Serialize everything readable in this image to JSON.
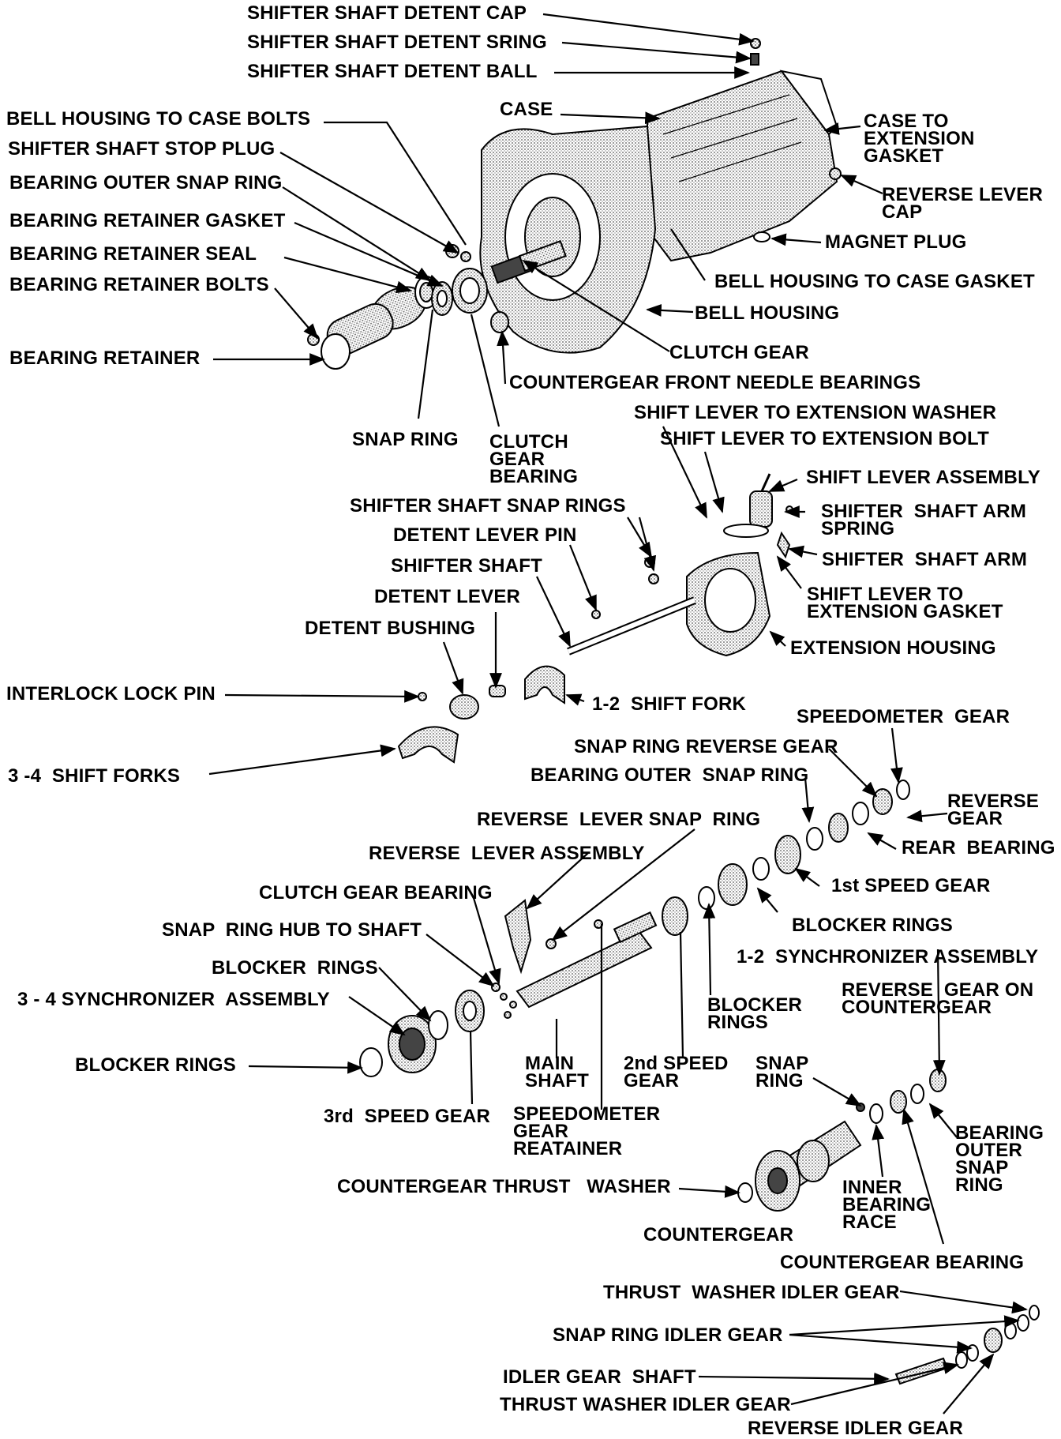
{
  "labels": {
    "shifter_shaft_detent_cap": "SHIFTER SHAFT DETENT CAP",
    "shifter_shaft_detent_spring": "SHIFTER SHAFT DETENT SRING",
    "shifter_shaft_detent_ball": "SHIFTER SHAFT DETENT BALL",
    "bell_housing_to_case_bolts": "BELL HOUSING TO CASE BOLTS",
    "case": "CASE",
    "case_to_extension_gasket": "CASE TO\nEXTENSION\nGASKET",
    "shifter_shaft_stop_plug": "SHIFTER SHAFT STOP PLUG",
    "bearing_outer_snap_ring_top": "BEARING OUTER SNAP RING",
    "reverse_lever_cap": "REVERSE LEVER\nCAP",
    "bearing_retainer_gasket": "BEARING RETAINER GASKET",
    "magnet_plug": "MAGNET PLUG",
    "bearing_retainer_seal": "BEARING RETAINER SEAL",
    "bell_housing_to_case_gasket": "BELL HOUSING TO CASE GASKET",
    "bearing_retainer_bolts": "BEARING RETAINER BOLTS",
    "bell_housing": "BELL HOUSING",
    "bearing_retainer": "BEARING RETAINER",
    "clutch_gear": "CLUTCH GEAR",
    "countergear_front_needle_bearings": "COUNTERGEAR FRONT NEEDLE BEARINGS",
    "shift_lever_to_extension_washer": "SHIFT LEVER TO EXTENSION WASHER",
    "snap_ring_top": "SNAP RING",
    "clutch_gear_bearing_top": "CLUTCH\nGEAR\nBEARING",
    "shift_lever_to_extension_bolt": "SHIFT LEVER TO EXTENSION BOLT",
    "shift_lever_assembly": "SHIFT LEVER ASSEMBLY",
    "shifter_shaft_snap_rings": "SHIFTER SHAFT SNAP RINGS",
    "shifter_shaft_arm_spring": "SHIFTER  SHAFT ARM\nSPRING",
    "detent_lever_pin": "DETENT LEVER PIN",
    "shifter_shaft_arm": "SHIFTER  SHAFT ARM",
    "shifter_shaft": "SHIFTER SHAFT",
    "shift_lever_to_extension_gasket": "SHIFT LEVER TO\nEXTENSION GASKET",
    "detent_lever": "DETENT LEVER",
    "detent_bushing": "DETENT BUSHING",
    "extension_housing": "EXTENSION HOUSING",
    "interlock_lock_pin": "INTERLOCK LOCK PIN",
    "shift_fork_12": "1-2  SHIFT FORK",
    "speedometer_gear": "SPEEDOMETER  GEAR",
    "snap_ring_reverse_gear": "SNAP RING REVERSE GEAR",
    "shift_forks_34": "3 -4  SHIFT FORKS",
    "bearing_outer_snap_ring_mid": "BEARING OUTER  SNAP RING",
    "reverse_gear": "REVERSE\nGEAR",
    "reverse_lever_snap_ring": "REVERSE  LEVER SNAP  RING",
    "rear_bearing": "REAR  BEARING",
    "reverse_lever_assembly": "REVERSE  LEVER ASSEMBLY",
    "first_speed_gear": "1st SPEED GEAR",
    "clutch_gear_bearing_mid": "CLUTCH GEAR BEARING",
    "blocker_rings_right": "BLOCKER RINGS",
    "snap_ring_hub_to_shaft": "SNAP  RING HUB TO SHAFT",
    "synchronizer_12": "1-2  SYNCHRONIZER ASSEMBLY",
    "blocker_rings_upper_left": "BLOCKER  RINGS",
    "reverse_gear_on_countergear": "REVERSE  GEAR ON\nCOUNTERGEAR",
    "synchronizer_34": "3 - 4 SYNCHRONIZER  ASSEMBLY",
    "blocker_rings_center": "BLOCKER\nRINGS",
    "blocker_rings_left": "BLOCKER RINGS",
    "main_shaft": "MAIN\nSHAFT",
    "second_speed_gear": "2nd SPEED\nGEAR",
    "snap_ring_lower": "SNAP\nRING",
    "third_speed_gear": "3rd  SPEED GEAR",
    "speedometer_gear_retainer": "SPEEDOMETER\nGEAR\nREATAINER",
    "bearing_outer_snap_ring_lower": "BEARING\nOUTER\nSNAP\nRING",
    "countergear_thrust_washer": "COUNTERGEAR THRUST   WASHER",
    "inner_bearing_race": "INNER\nBEARING\nRACE",
    "countergear": "COUNTERGEAR",
    "countergear_bearing": "COUNTERGEAR BEARING",
    "thrust_washer_idler_gear_top": "THRUST  WASHER IDLER GEAR",
    "snap_ring_idler_gear": "SNAP RING IDLER GEAR",
    "idler_gear_shaft": "IDLER GEAR  SHAFT",
    "thrust_washer_idler_gear_bottom": "THRUST WASHER IDLER GEAR",
    "reverse_idler_gear": "REVERSE IDLER GEAR"
  }
}
